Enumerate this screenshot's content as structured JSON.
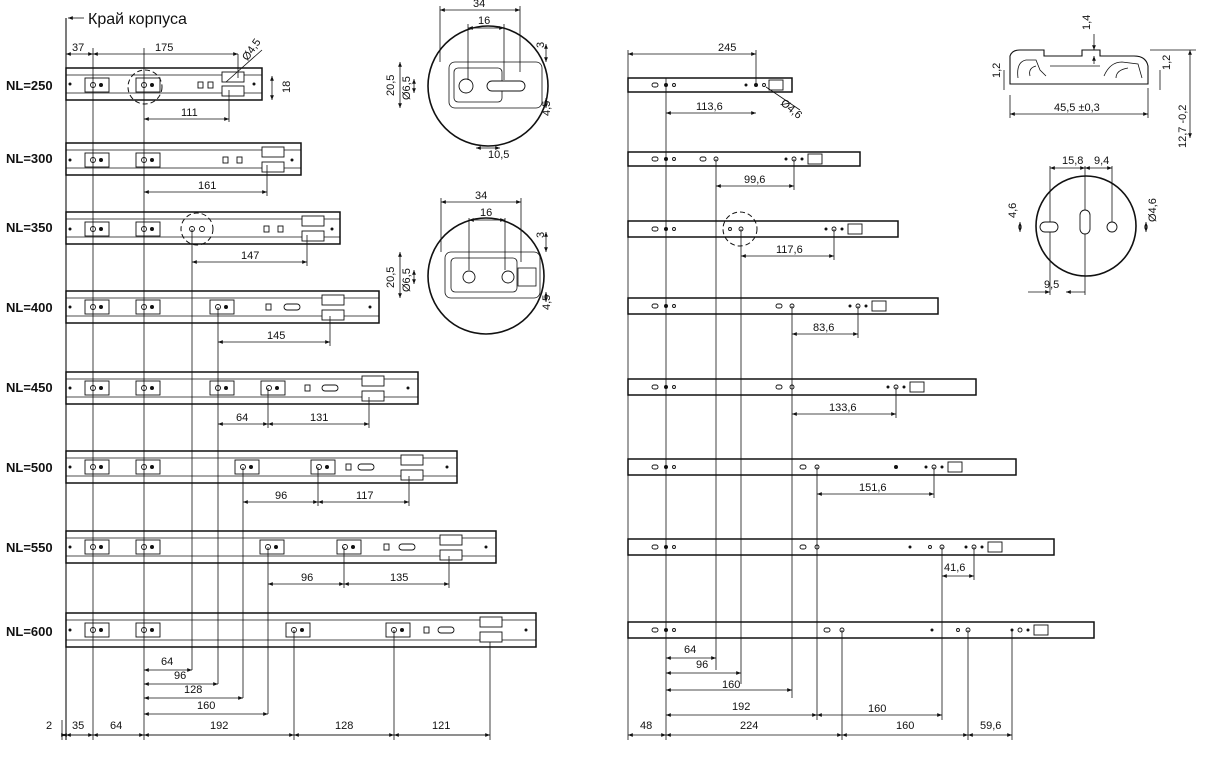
{
  "title": "Край корпуса",
  "rows": [
    {
      "label": "NL=250"
    },
    {
      "label": "NL=300"
    },
    {
      "label": "NL=350"
    },
    {
      "label": "NL=400"
    },
    {
      "label": "NL=450"
    },
    {
      "label": "NL=500"
    },
    {
      "label": "NL=550"
    },
    {
      "label": "NL=600"
    }
  ],
  "left_dims": {
    "d37": "37",
    "d175": "175",
    "d18": "18",
    "d_o45": "Ø4,5",
    "r250": "111",
    "r300": "161",
    "r350": "147",
    "r400": "145",
    "r450_a": "64",
    "r450_b": "131",
    "r500_a": "96",
    "r500_b": "117",
    "r550_a": "96",
    "r550_b": "135",
    "v64": "64",
    "v96": "96",
    "v128": "128",
    "v160": "160",
    "b2": "2",
    "b35": "35",
    "b64": "64",
    "b192": "192",
    "b128": "128",
    "b121": "121"
  },
  "right_dims": {
    "d245": "245",
    "d_o46": "Ø4,6",
    "r250": "113,6",
    "r300": "99,6",
    "r350": "117,6",
    "r400": "83,6",
    "r450": "133,6",
    "r500": "151,6",
    "r550": "41,6",
    "v64": "64",
    "v96": "96",
    "v160": "160",
    "v192": "192",
    "b48": "48",
    "b224": "224",
    "b160": "160",
    "b59": "59,6"
  },
  "detail_a": {
    "d34": "34",
    "d16": "16",
    "d3": "3",
    "d20": "20,5",
    "d6": "Ø6,5",
    "d4": "4,5",
    "d10": "10,5"
  },
  "detail_b": {
    "d34": "34",
    "d16": "16",
    "d3": "3",
    "d20": "20,5",
    "d6": "Ø6,5",
    "d4": "4,5"
  },
  "profile": {
    "d14": "1,4",
    "d12a": "1,2",
    "d12b": "1,2",
    "d45": "45,5 ±0,3",
    "d127": "12,7 -0,2"
  },
  "detail_c": {
    "d158": "15,8",
    "d94": "9,4",
    "d46a": "4,6",
    "d46b": "Ø4,6",
    "d95": "9,5"
  }
}
